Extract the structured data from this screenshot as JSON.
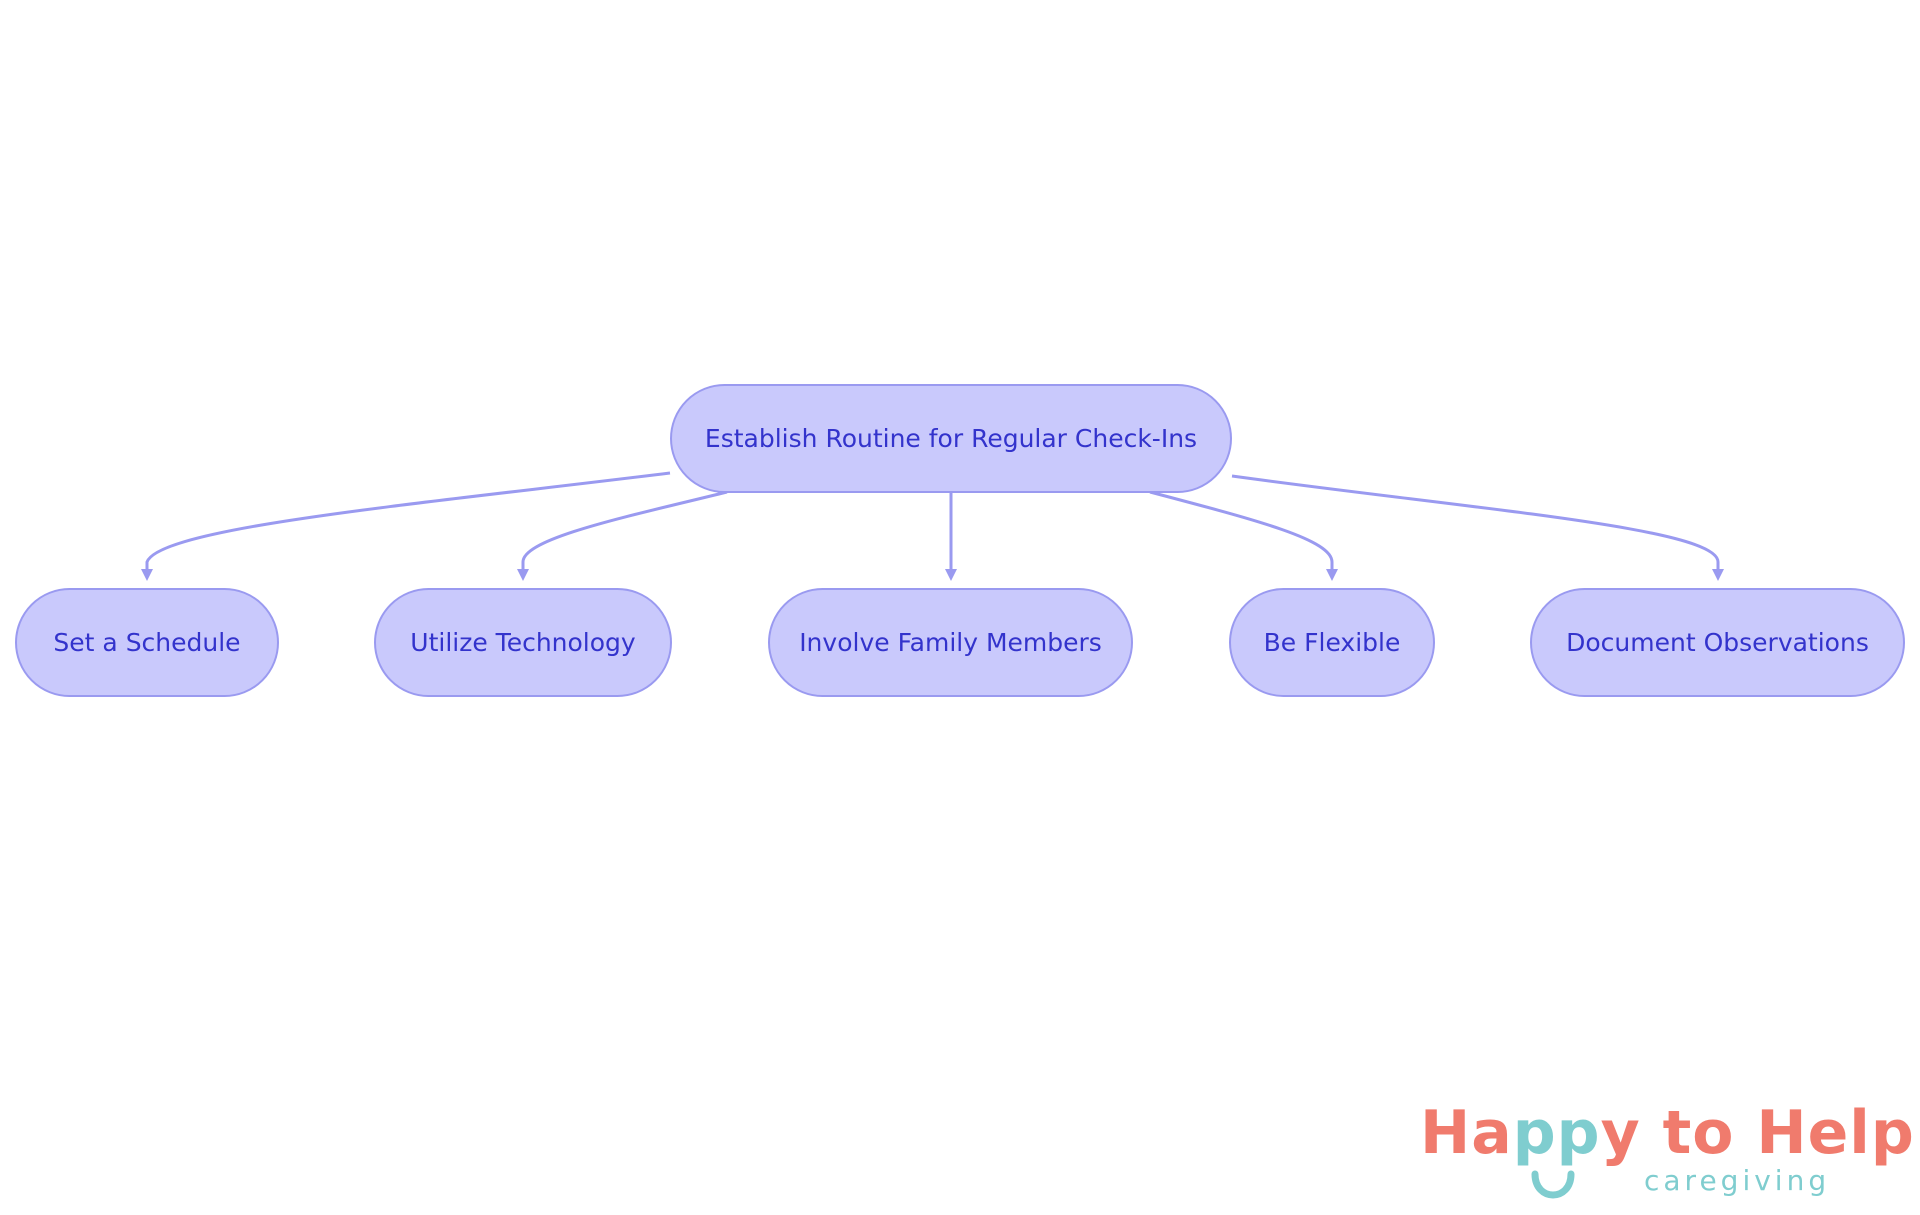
{
  "diagram": {
    "root": {
      "label": "Establish Routine for Regular Check-Ins"
    },
    "children": [
      {
        "label": "Set a Schedule"
      },
      {
        "label": "Utilize Technology"
      },
      {
        "label": "Involve Family Members"
      },
      {
        "label": "Be Flexible"
      },
      {
        "label": "Document Observations"
      }
    ],
    "colors": {
      "node_fill": "#c9c9fc",
      "node_border": "#9a9af0",
      "node_text": "#3333cc",
      "edge": "#9a9af0"
    }
  },
  "logo": {
    "title_part1": "Ha",
    "title_part2": "pp",
    "title_part3": "y to Help",
    "subtitle": "caregiving",
    "colors": {
      "coral": "#f07b6d",
      "teal": "#7fcdcf"
    }
  }
}
